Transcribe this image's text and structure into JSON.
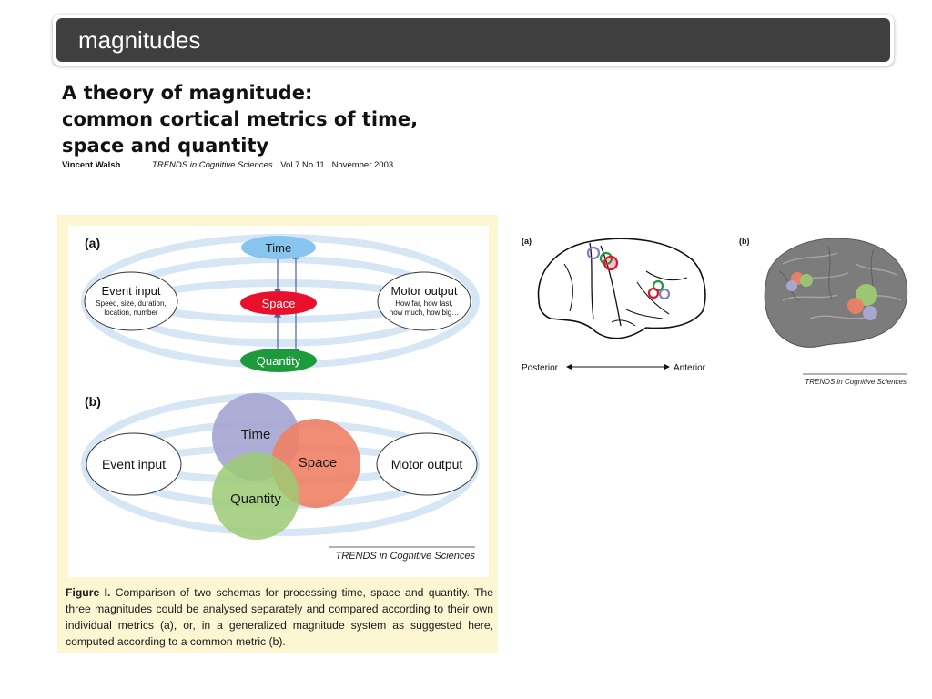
{
  "header": {
    "title": "magnitudes"
  },
  "paper": {
    "title_lines": [
      "A theory of magnitude:",
      "common cortical metrics of time,",
      "space and quantity"
    ],
    "author": "Vincent Walsh",
    "journal": "TRENDS in Cognitive Sciences",
    "volume": "Vol.7 No.11",
    "date": "November 2003"
  },
  "figure_left": {
    "panel_a": {
      "label": "(a)",
      "time": "Time",
      "space": "Space",
      "quantity": "Quantity",
      "event_title": "Event input",
      "event_sub1": "Speed, size, duration,",
      "event_sub2": "location, number",
      "motor_title": "Motor output",
      "motor_sub1": "How far, how fast,",
      "motor_sub2": "how much, how big…"
    },
    "panel_b": {
      "label": "(b)",
      "time": "Time",
      "space": "Space",
      "quantity": "Quantity",
      "event": "Event input",
      "motor": "Motor output"
    },
    "credit": "TRENDS in Cognitive Sciences",
    "caption_lead": "Figure I.",
    "caption_text": "Comparison of two schemas for processing time, space and quantity. The three magnitudes could be analysed separately and compared according to their own individual metrics (a), or, in a generalized magnitude system as suggested here, computed according to a common metric (b).",
    "colors": {
      "time": "#9eaedf",
      "space": "#e8102a",
      "quantity": "#1c9a3c",
      "venn_time": "#a9a9d4",
      "venn_space": "#ef8066",
      "venn_quantity": "#9dca74",
      "band": "#d7e6f5"
    }
  },
  "figure_right": {
    "label_a": "(a)",
    "label_b": "(b)",
    "posterior": "Posterior",
    "anterior": "Anterior",
    "credit": "TRENDS in Cognitive Sciences"
  }
}
